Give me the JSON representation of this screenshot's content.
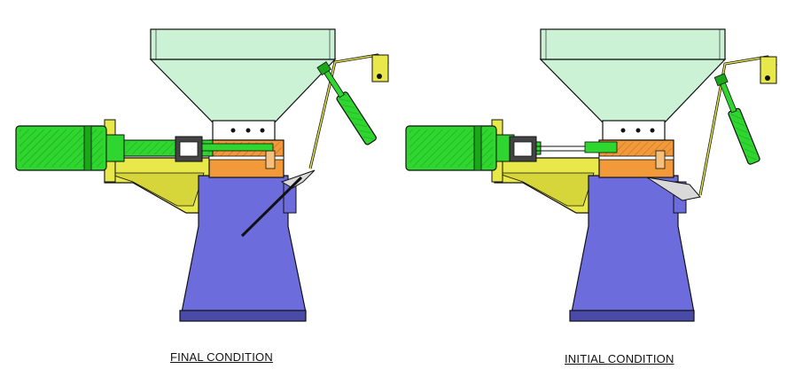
{
  "diagram": {
    "final": {
      "caption": "FINAL CONDITION"
    },
    "initial": {
      "caption": "INITIAL CONDITION"
    }
  },
  "colors": {
    "hopper": "#ccf2d6",
    "body": "#6c6cdd",
    "body_dark": "#4a4aa8",
    "bracket": "#e8e84a",
    "motor": "#2fd62f",
    "motor_dark": "#0f7a0f",
    "slider": "#f29a3a",
    "plate": "#d9d9d9",
    "outline": "#111111"
  },
  "icons": [
    "hatch-pattern"
  ]
}
